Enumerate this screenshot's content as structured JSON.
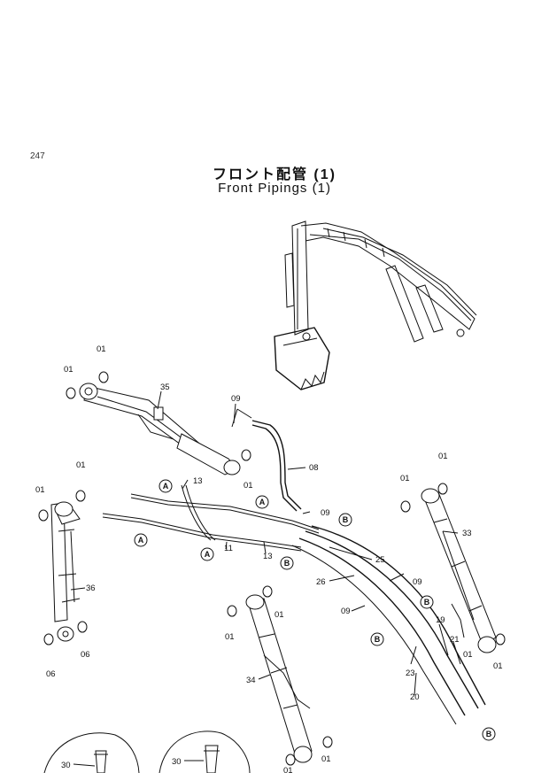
{
  "page_number": "247",
  "title_jp": "フロント配管 (1)",
  "title_en": "Front Pipings (1)",
  "callouts": [
    "A",
    "B"
  ],
  "part_labels": {
    "p01a": "01",
    "p01b": "01",
    "p01c": "01",
    "p01d": "01",
    "p01e": "01",
    "p01f": "01",
    "p01g": "01",
    "p01h": "01",
    "p01i": "01",
    "p01j": "01",
    "p01k": "01",
    "p01l": "01",
    "p01m": "01",
    "p06a": "06",
    "p06b": "06",
    "p08": "08",
    "p09a": "09",
    "p09b": "09",
    "p09c": "09",
    "p09d": "09",
    "p11": "11",
    "p13a": "13",
    "p13b": "13",
    "p19": "19",
    "p20": "20",
    "p21": "21",
    "p23": "23",
    "p25": "25",
    "p26": "26",
    "p30a": "30",
    "p30b": "30",
    "p33": "33",
    "p34": "34",
    "p35": "35",
    "p36": "36"
  }
}
